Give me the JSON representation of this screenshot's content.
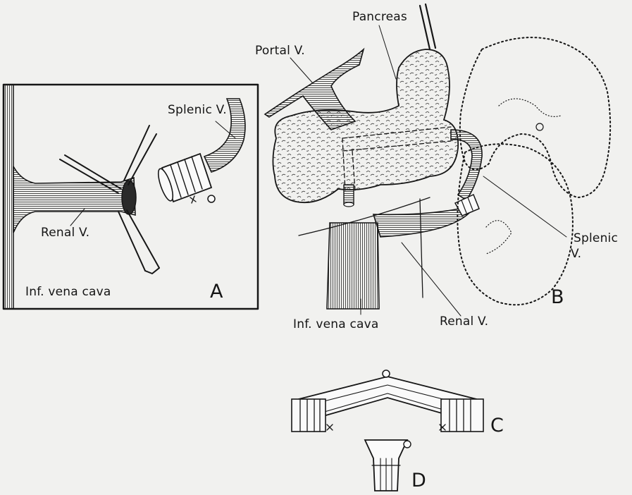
{
  "labels": {
    "pancreas": "Pancreas",
    "portal_v": "Portal V.",
    "splenic_v_a": "Splenic V.",
    "renal_v_a": "Renal V.",
    "inf_vena_cava_a": "Inf. vena cava",
    "panel_a": "A",
    "splenic_v_b_line1": "Splenic",
    "splenic_v_b_line2": "V.",
    "inf_vena_cava_b": "Inf. vena cava",
    "renal_v_b": "Renal V.",
    "panel_b": "B",
    "panel_c": "C",
    "panel_d": "D"
  },
  "icons": {
    "clamp": "forceps-clamp",
    "coupler": "vessel-coupler-ring",
    "tube": "angled-prosthetic-tube",
    "cannula": "flared-cannula"
  },
  "colors": {
    "ink": "#161616",
    "paper": "#f1f1ef",
    "hatch": "#3a3a3a"
  }
}
